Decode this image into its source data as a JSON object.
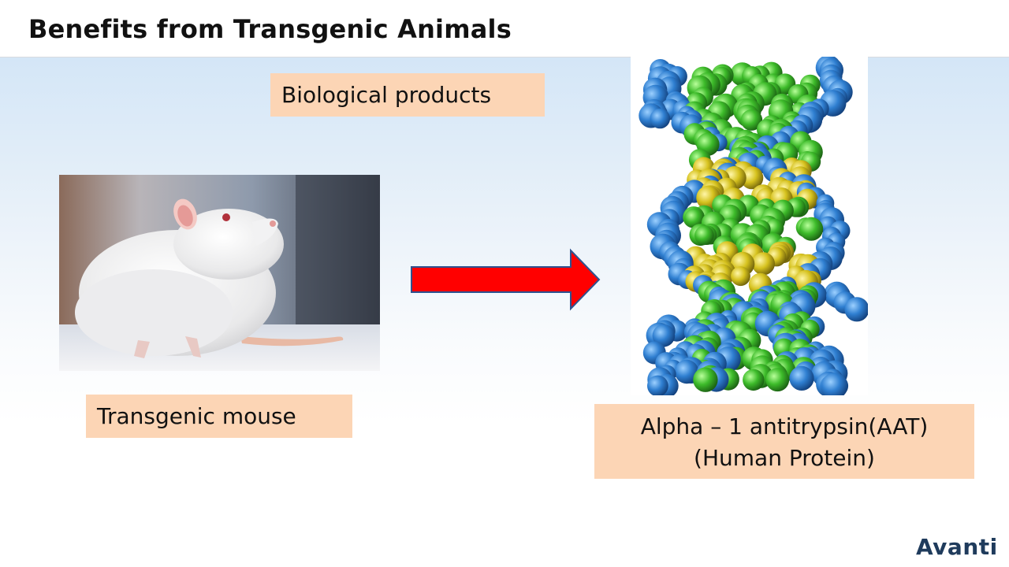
{
  "slide": {
    "title": "Benefits from Transgenic Animals",
    "labels": {
      "biological_products": "Biological products",
      "transgenic_mouse": "Transgenic mouse",
      "aat_line1": "Alpha – 1 antitrypsin(AAT)",
      "aat_line2": "(Human Protein)"
    },
    "logo": "Avanti",
    "colors": {
      "label_fill": "#fcd5b5",
      "arrow_fill": "#ff0000",
      "arrow_outline": "#2f528f",
      "protein_blue": "#2f7fd1",
      "protein_green": "#3dbb2a",
      "protein_yellow": "#d6c21e"
    }
  }
}
